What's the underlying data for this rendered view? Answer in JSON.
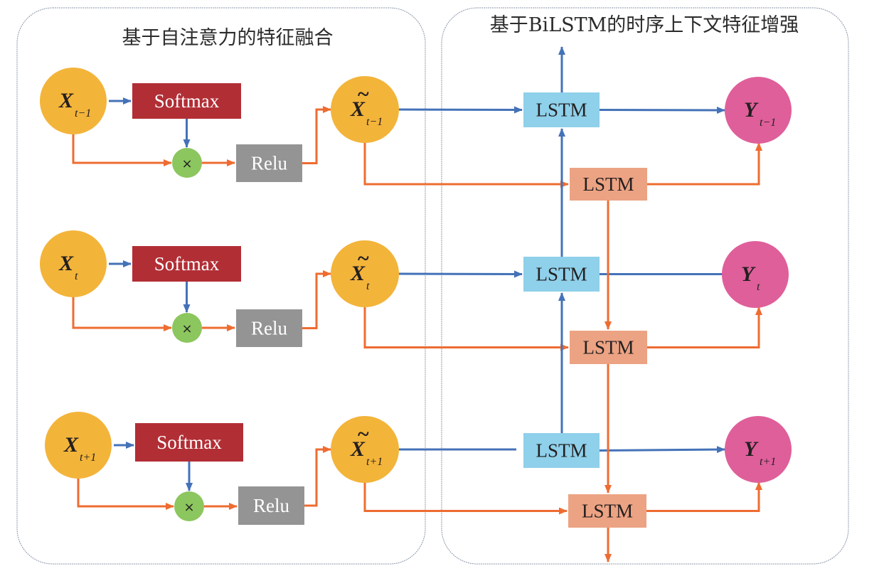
{
  "panels": {
    "left_title": "基于自注意力的特征融合",
    "right_title": "基于BiLSTM的时序上下文特征增强"
  },
  "labels": {
    "softmax": "Softmax",
    "relu": "Relu",
    "multiply": "×",
    "lstm": "LSTM",
    "tilde": "~"
  },
  "rows": [
    {
      "input_var": "X",
      "input_sub": "t−1",
      "fused_var": "X",
      "fused_sub": "t−1",
      "output_var": "Y",
      "output_sub": "t−1"
    },
    {
      "input_var": "X",
      "input_sub": "t",
      "fused_var": "X",
      "fused_sub": "t",
      "output_var": "Y",
      "output_sub": "t"
    },
    {
      "input_var": "X",
      "input_sub": "t+1",
      "fused_var": "X",
      "fused_sub": "t+1",
      "output_var": "Y",
      "output_sub": "t+1"
    }
  ],
  "colors": {
    "input_node": "#f3b43a",
    "output_node": "#df5f9a",
    "softmax_box": "#b22e35",
    "relu_box": "#949494",
    "multiply_node": "#8cc65e",
    "forward_lstm": "#8fd0ea",
    "backward_lstm": "#eca383",
    "blue_arrow": "#4472b8",
    "orange_arrow": "#ee6c31",
    "panel_border": "#8a96aa"
  }
}
